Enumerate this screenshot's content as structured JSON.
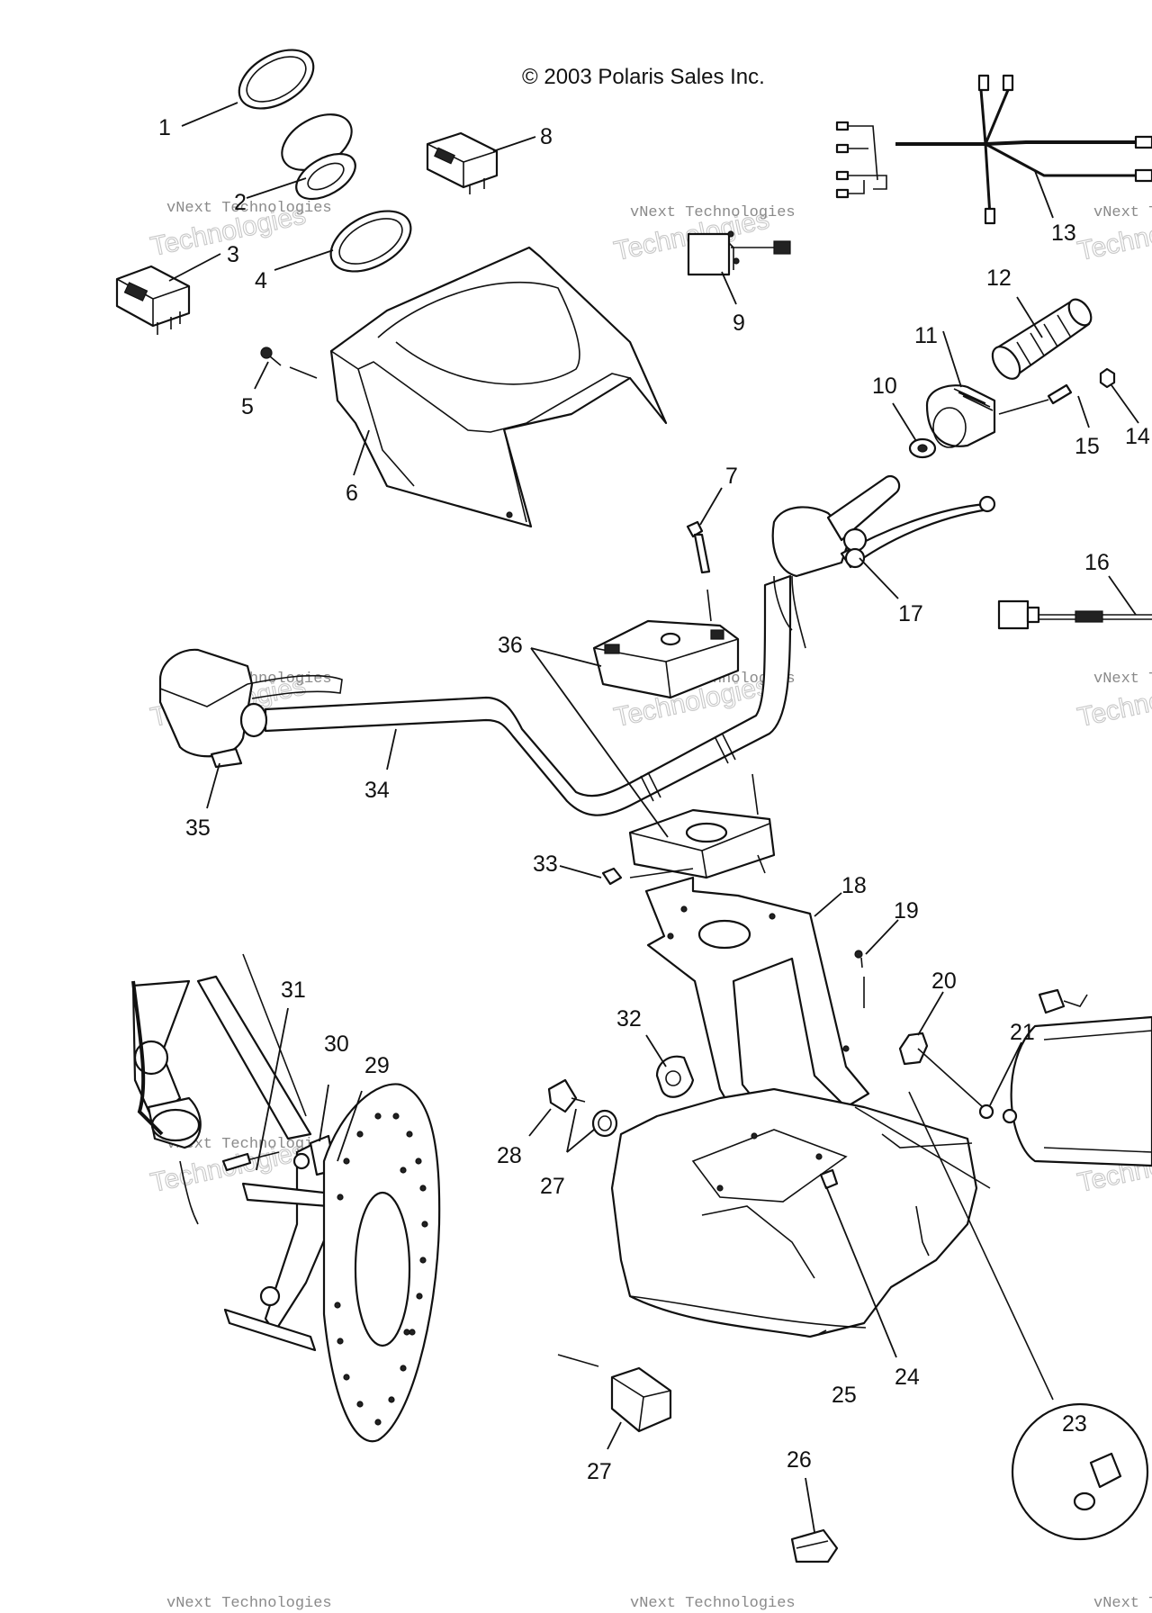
{
  "copyright": "© 2003 Polaris Sales Inc.",
  "watermark": {
    "line1": "vNext Technologies",
    "line2": "Technologies",
    "line3": "vNext"
  },
  "callouts": {
    "c1": "1",
    "c2": "2",
    "c3": "3",
    "c4": "4",
    "c5": "5",
    "c6": "6",
    "c7": "7",
    "c8": "8",
    "c9": "9",
    "c10": "10",
    "c11": "11",
    "c12": "12",
    "c13": "13",
    "c14": "14",
    "c15": "15",
    "c16": "16",
    "c17": "17",
    "c18": "18",
    "c19": "19",
    "c20": "20",
    "c21": "21",
    "c23": "23",
    "c24": "24",
    "c25": "25",
    "c26": "26",
    "c27a": "27",
    "c27b": "27",
    "c28": "28",
    "c29": "29",
    "c30": "30",
    "c31": "31",
    "c32": "32",
    "c33": "33",
    "c34": "34",
    "c35": "35",
    "c36": "36"
  }
}
